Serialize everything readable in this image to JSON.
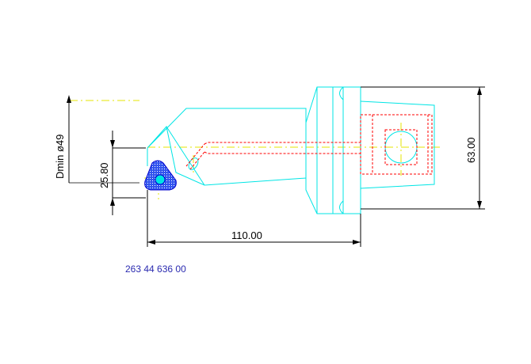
{
  "drawing": {
    "dimensions": {
      "dmin_label": "Dmin ø49",
      "height_label": "25.80",
      "length_label": "110.00",
      "diameter_label": "63.00"
    },
    "part_number": "263 44 636 00",
    "colors": {
      "outline": "#00e5e5",
      "hidden_lines": "#ff0000",
      "center_lines": "#e5e500",
      "dimensions": "#000000",
      "insert": "#0000cc",
      "part_number": "#2b2bb0"
    }
  }
}
